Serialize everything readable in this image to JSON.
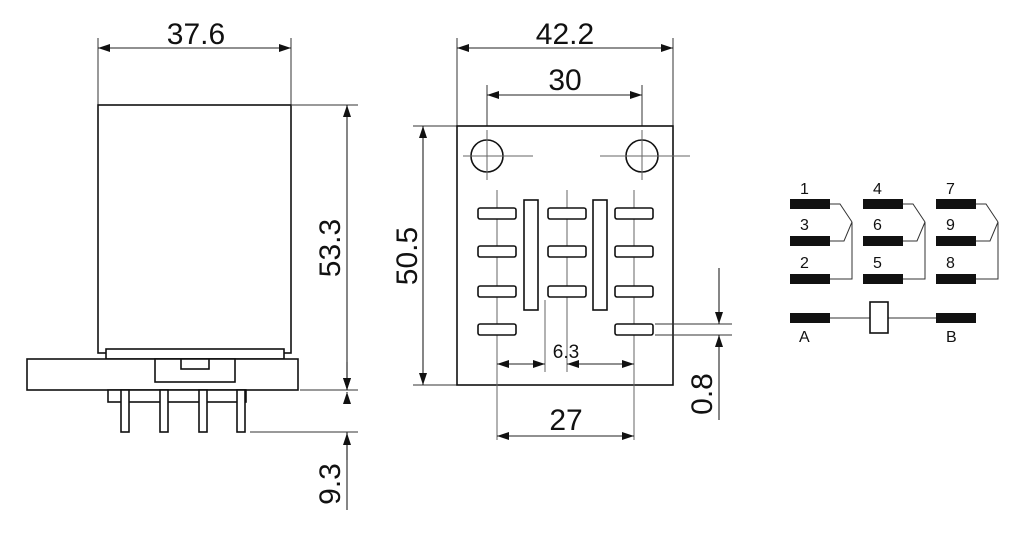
{
  "dimensions": {
    "side_width": "37.6",
    "body_height": "53.3",
    "pin_length": "9.3",
    "base_width": "42.2",
    "hole_spacing": "30",
    "base_height": "50.5",
    "pin_pitch": "6.3",
    "pin_span": "27",
    "pin_thickness": "0.8"
  },
  "schematic": {
    "pins": [
      "1",
      "3",
      "2",
      "4",
      "6",
      "5",
      "7",
      "9",
      "8"
    ],
    "coil_terminals": [
      "A",
      "B"
    ]
  }
}
